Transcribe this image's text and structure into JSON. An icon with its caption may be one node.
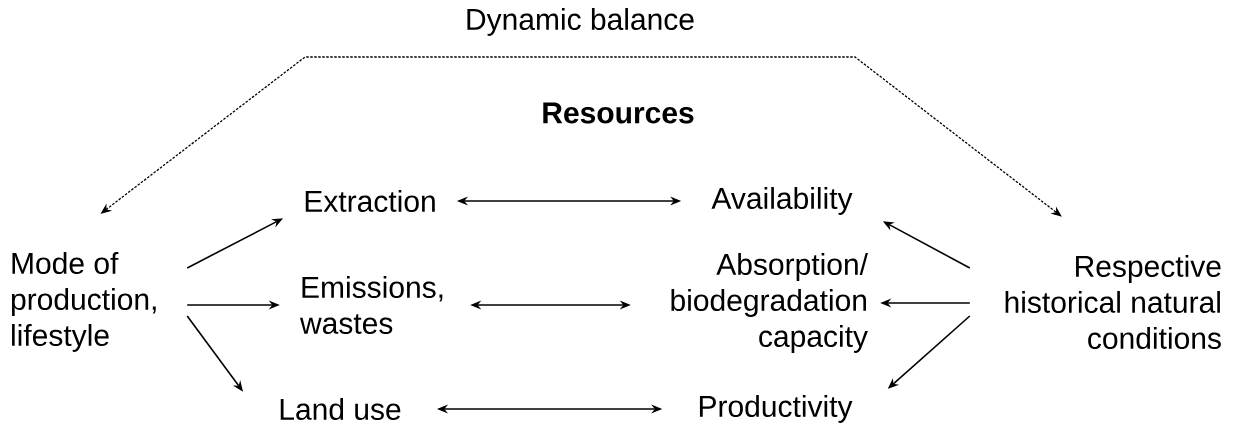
{
  "diagram": {
    "title": "Resources",
    "nodes": [
      {
        "text": [
          "Mode of production, lifestyle"
        ]
      },
      {
        "text": [
          "Extraction"
        ]
      },
      {
        "text": [
          "Emissions, wastes"
        ]
      },
      {
        "text": [
          "Land use"
        ]
      },
      {
        "text": [
          "Availability"
        ]
      },
      {
        "text": [
          "Absorption/ biodegradation capacity"
        ]
      },
      {
        "text": [
          "Productivity"
        ]
      },
      {
        "text": [
          "Respective historical natural conditions"
        ]
      }
    ],
    "edges": [
      {
        "from": 0,
        "to": 1,
        "arrow": "to"
      },
      {
        "from": 0,
        "to": 2,
        "arrow": "to"
      },
      {
        "from": 0,
        "to": 3,
        "arrow": "to"
      },
      {
        "from": 1,
        "to": 4,
        "arrow": "both"
      },
      {
        "from": 2,
        "to": 5,
        "arrow": "both"
      },
      {
        "from": 3,
        "to": 6,
        "arrow": "both"
      },
      {
        "from": 7,
        "to": 4,
        "arrow": "to"
      },
      {
        "from": 7,
        "to": 5,
        "arrow": "to"
      },
      {
        "from": 7,
        "to": 6,
        "arrow": "to"
      },
      {
        "from": 0,
        "to": 7,
        "arrow": "both",
        "style": "dashed",
        "label": "Dynamic balance"
      }
    ]
  }
}
